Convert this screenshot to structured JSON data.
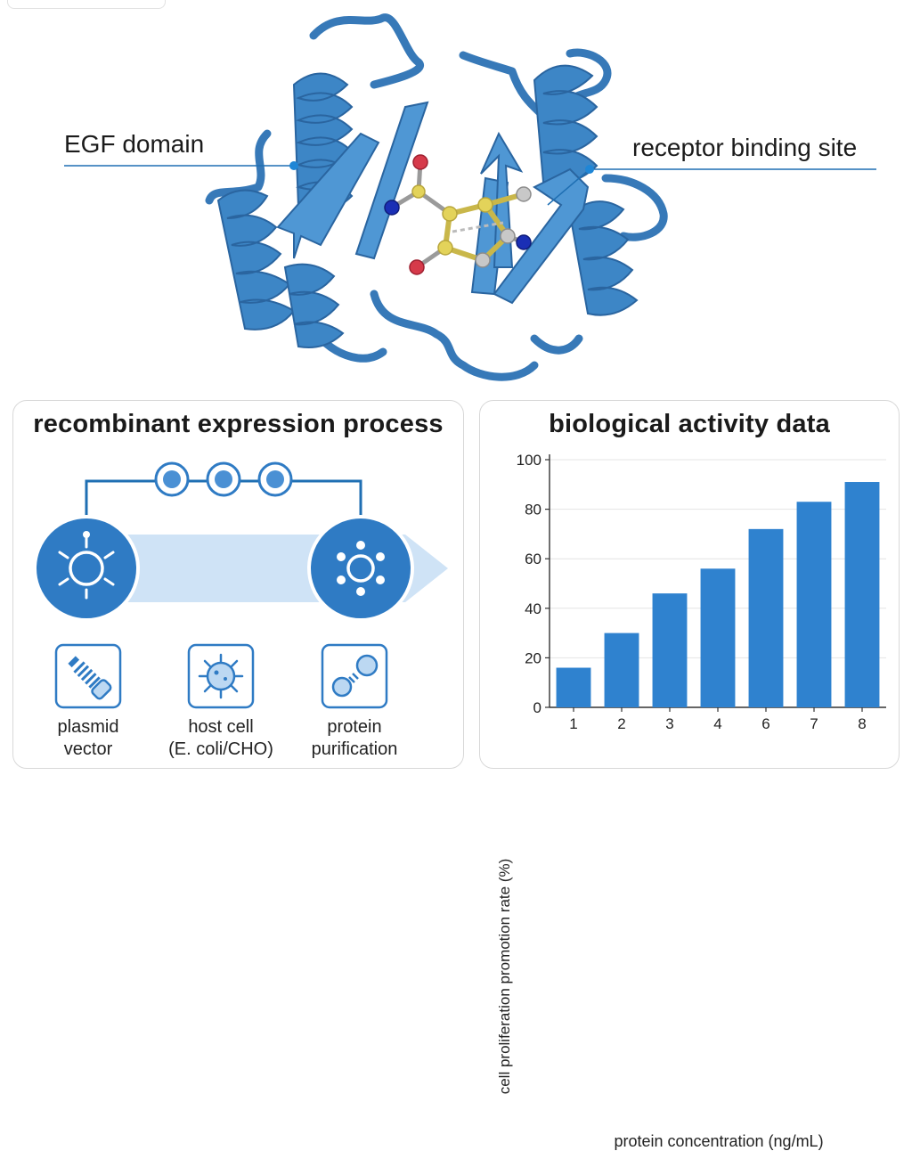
{
  "callouts": {
    "left": "EGF domain",
    "right": "receptor binding site"
  },
  "process_panel": {
    "title": "recombinant expression process",
    "steps": [
      {
        "label_line1": "plasmid",
        "label_line2": "vector",
        "icon": "plasmid-icon"
      },
      {
        "label_line1": "host cell",
        "label_line2": "(E. coli/CHO)",
        "icon": "host-cell-icon"
      },
      {
        "label_line1": "protein",
        "label_line2": "purification",
        "icon": "purification-icon"
      }
    ]
  },
  "chart_panel": {
    "title": "biological activity data"
  },
  "colors": {
    "protein_blue": "#3d86c6",
    "accent_blue": "#2f7bc4",
    "light_blue": "#cfe3f6",
    "bar_blue": "#2f82cf",
    "oxygen_red": "#d63a4a",
    "nitrogen_blue": "#1a2fb5",
    "carbon_yellow": "#e3d35a"
  },
  "chart_data": {
    "type": "bar",
    "categories": [
      "1",
      "2",
      "3",
      "4",
      "6",
      "7",
      "8"
    ],
    "values": [
      16,
      30,
      46,
      56,
      72,
      83,
      91
    ],
    "title": "biological activity data",
    "xlabel": "protein concentration (ng/mL)",
    "ylabel": "cell proliferation promotion rate (%)",
    "ylim": [
      0,
      100
    ],
    "yticks": [
      0,
      20,
      40,
      60,
      80,
      100
    ],
    "grid": true
  }
}
